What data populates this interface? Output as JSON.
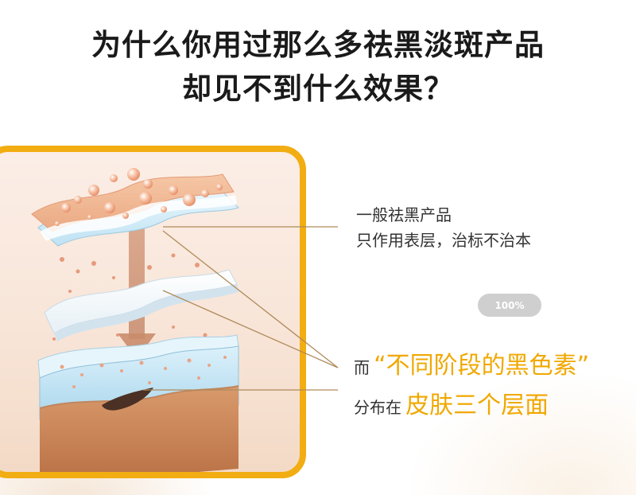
{
  "headline": {
    "line1": "为什么你用过那么多祛黑淡斑产品",
    "line2": "却见不到什么效果？"
  },
  "callout_top": {
    "line1": "一般祛黑产品",
    "line2": "只作用表层，治标不治本"
  },
  "callout_bottom": {
    "prefix": "而",
    "highlight1": "“不同阶段的黑色素”",
    "prefix2": "分布在",
    "highlight2": "皮肤三个层面"
  },
  "zoom_pill": "100%",
  "colors": {
    "accent": "#f2ad12",
    "highlight_text": "#f0a800",
    "leader_line": "#b08a5a"
  }
}
